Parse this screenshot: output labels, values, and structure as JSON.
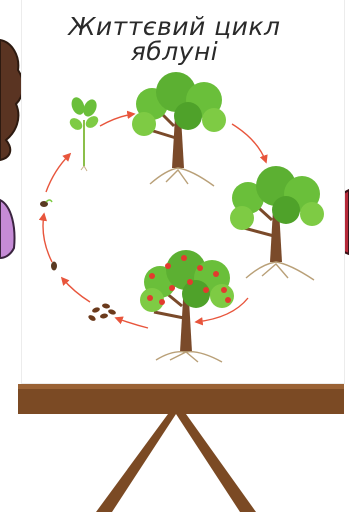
{
  "diagram": {
    "title_line1": "Життєвий цикл",
    "title_line2": "яблуні",
    "arrow_color": "#e8553c",
    "trunk_color": "#7a4a2a",
    "leaf_color": "#6abf3a",
    "apple_color": "#e23b2e",
    "stand_color": "#7b4a24",
    "stages": [
      {
        "id": "seedling",
        "icon": "seedling-icon"
      },
      {
        "id": "young-tree",
        "icon": "tree-icon"
      },
      {
        "id": "mature-tree",
        "icon": "tree-icon"
      },
      {
        "id": "fruiting-tree",
        "icon": "apple-tree-icon"
      },
      {
        "id": "seeds",
        "icon": "seeds-icon"
      },
      {
        "id": "germinating-seed",
        "icon": "seed-icon"
      },
      {
        "id": "sprout",
        "icon": "sprout-icon"
      }
    ]
  }
}
